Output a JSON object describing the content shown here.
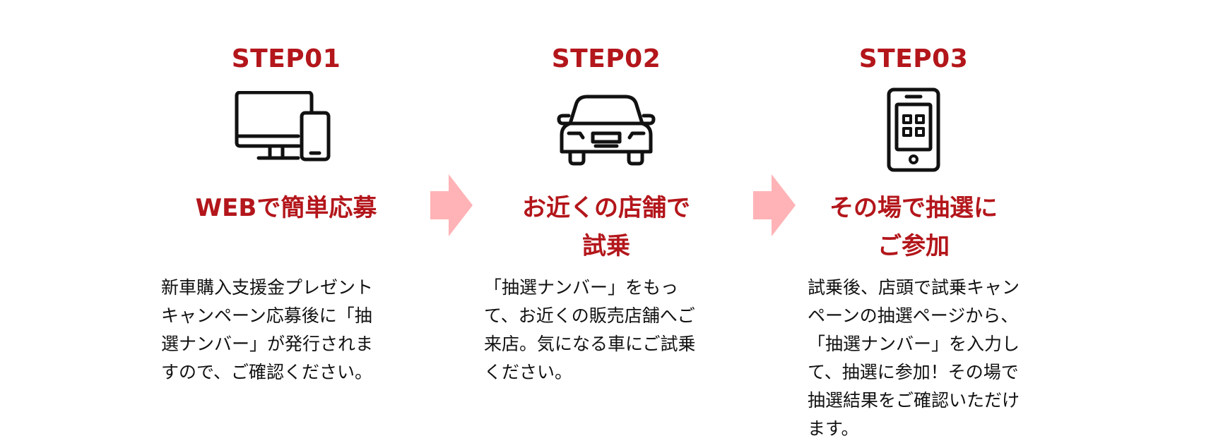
{
  "colors": {
    "accent": "#b3161b",
    "arrow": "#ffb3b6",
    "text": "#111111",
    "icon": "#111111"
  },
  "steps": [
    {
      "label": "STEP01",
      "icon": "monitor-and-phone-icon",
      "title_lines": [
        "WEBで簡単応募"
      ],
      "desc_lines": [
        "新車購入支援金プレゼント",
        "キャンペーン応募後に「抽",
        "選ナンバー」が発行されま",
        "すので、ご確認ください。"
      ]
    },
    {
      "label": "STEP02",
      "icon": "car-icon",
      "title_lines": [
        "お近くの店舗で",
        "試乗"
      ],
      "desc_lines": [
        "「抽選ナンバー」をもっ",
        "て、お近くの販売店舗へご",
        "来店。気になる車にご試乗",
        "ください。"
      ]
    },
    {
      "label": "STEP03",
      "icon": "smartphone-qr-icon",
      "title_lines": [
        "その場で抽選に",
        "ご参加"
      ],
      "desc_lines": [
        "試乗後、店頭で試乗キャン",
        "ペーンの抽選ページから、",
        "「抽選ナンバー」を入力し",
        "て、抽選に参加！その場で",
        "抽選結果をご確認いただけ",
        "ます。"
      ]
    }
  ]
}
